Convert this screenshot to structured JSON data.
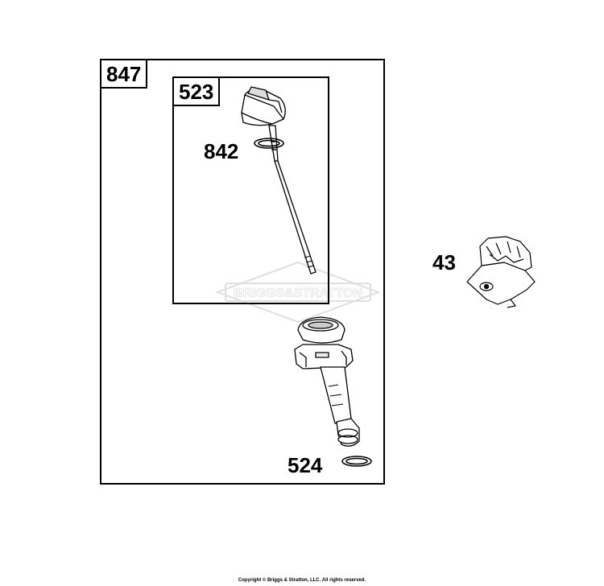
{
  "diagram": {
    "watermark": "BRIGGS&STRATTON",
    "copyright": "Copyright © Briggs & Stratton, LLC. All rights reserved.",
    "kits": [
      {
        "id": "847"
      },
      {
        "id": "523"
      }
    ],
    "parts": [
      {
        "id": "842",
        "icon": "o-ring-seal-icon"
      },
      {
        "id": "524",
        "icon": "o-ring-seal-icon"
      },
      {
        "id": "43",
        "icon": "bracket-icon"
      }
    ],
    "assemblies": [
      {
        "icon": "dipstick-icon"
      },
      {
        "icon": "dipstick-tube-icon"
      }
    ]
  }
}
